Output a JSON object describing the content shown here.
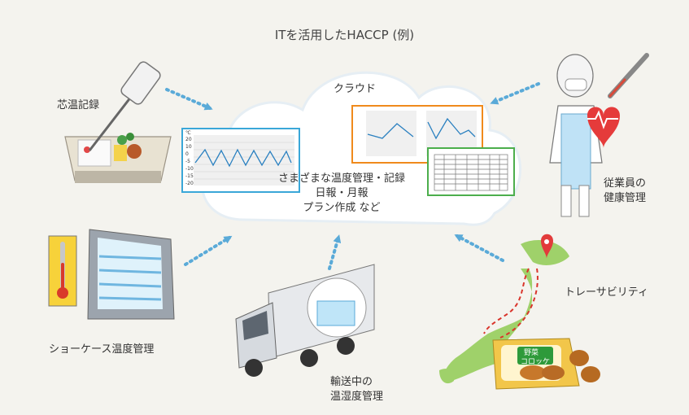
{
  "title": "ITを活用したHACCP (例)",
  "cloud": {
    "label": "クラウド",
    "text_lines": [
      "さまざまな温度管理・記録",
      "日報・月報",
      "プラン作成 など"
    ]
  },
  "items": {
    "core_temp": "芯温記録",
    "employee_line1": "従業員の",
    "employee_line2": "健康管理",
    "showcase": "ショーケース温度管理",
    "transport_line1": "輸送中の",
    "transport_line2": "温湿度管理",
    "traceability": "トレーサビリティ",
    "package_line1": "野菜",
    "package_line2": "コロッケ"
  },
  "chart_axis": {
    "unit": "℃",
    "ticks": [
      "20",
      "10",
      "0",
      "-5",
      "-10",
      "-15",
      "-20"
    ]
  },
  "colors": {
    "arrow": "#5aaad8",
    "blue_frame": "#3aa7d8",
    "orange_frame": "#f08a1c",
    "green_frame": "#4cae4c",
    "route": "#d9342b"
  }
}
